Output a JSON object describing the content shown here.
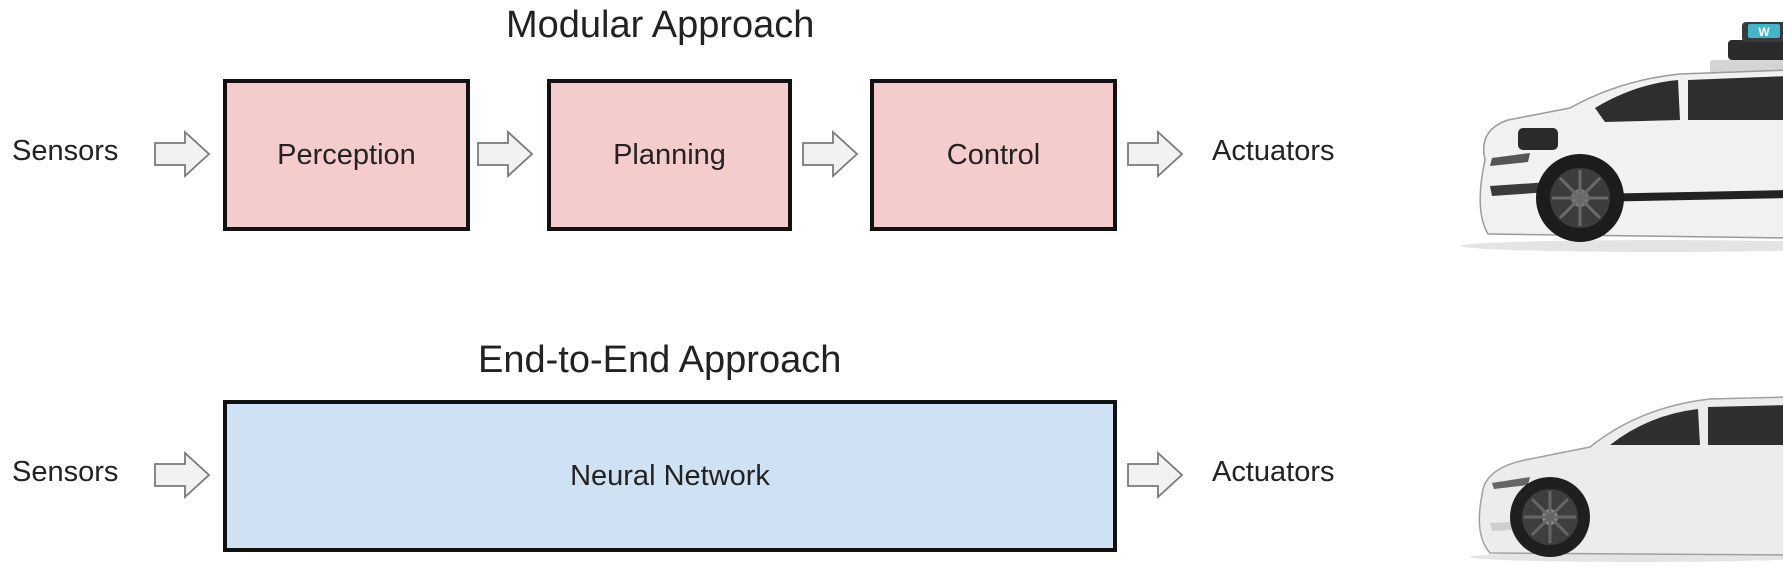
{
  "colors": {
    "stage_fill": "#f4cccc",
    "network_fill": "#cfe2f3",
    "border": "#111111",
    "arrow_fill": "#f2f2f2",
    "arrow_stroke": "#7a7a7a"
  },
  "modular": {
    "title": "Modular Approach",
    "input_label": "Sensors",
    "stages": [
      "Perception",
      "Planning",
      "Control"
    ],
    "output_label": "Actuators"
  },
  "end_to_end": {
    "title": "End-to-End Approach",
    "input_label": "Sensors",
    "network_label": "Neural Network",
    "output_label": "Actuators"
  },
  "images": [
    {
      "name": "robotaxi-car-image",
      "brand_text": "W"
    },
    {
      "name": "sedan-car-image"
    }
  ]
}
